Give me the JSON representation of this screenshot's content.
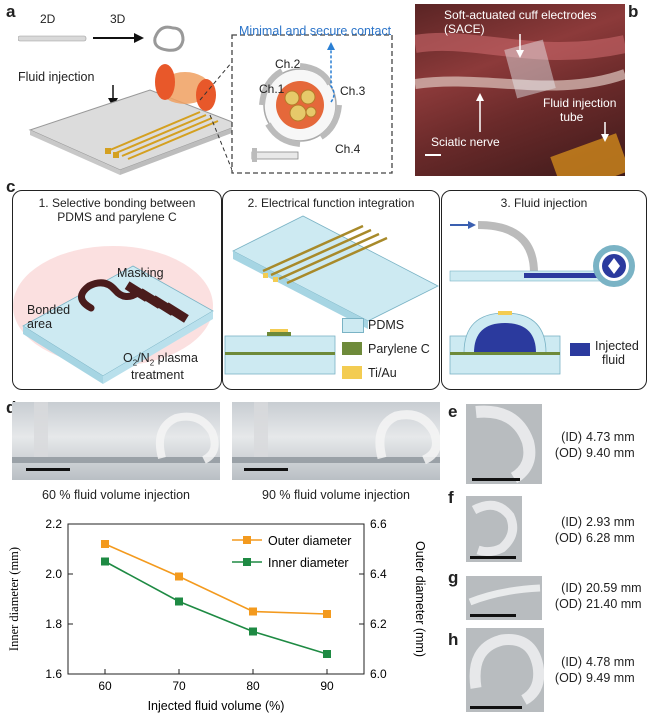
{
  "panel_a": {
    "label": "a",
    "label_2d": "2D",
    "label_3d": "3D",
    "fluid_injection": "Fluid injection",
    "minimal_contact": "Minimal and secure contact",
    "channels": [
      "Ch.1",
      "Ch.2",
      "Ch.3",
      "Ch.4"
    ]
  },
  "panel_b": {
    "label": "b",
    "sace": "Soft-actuated cuff electrodes",
    "sace_abbr": "(SACE)",
    "sciatic": "Sciatic nerve",
    "tube_line1": "Fluid injection",
    "tube_line2": "tube"
  },
  "panel_c": {
    "label": "c",
    "step1_line1": "1. Selective bonding between",
    "step1_line2": "PDMS and parylene C",
    "masking": "Masking",
    "bonded_line1": "Bonded",
    "bonded_line2": "area",
    "plasma_line1": "O",
    "plasma_sub1": "2",
    "plasma_mid": "/N",
    "plasma_sub2": "2",
    "plasma_end": " plasma",
    "plasma_line2": "treatment",
    "step2": "2. Electrical function integration",
    "legend": [
      "PDMS",
      "Parylene C",
      "Ti/Au"
    ],
    "step3": "3. Fluid injection",
    "injected_line1": "Injected",
    "injected_line2": "fluid",
    "colors": {
      "pdms": "#cdeaf2",
      "parylene": "#6e8a3a",
      "tiau": "#f3cc52",
      "fluid": "#2b3a9e"
    }
  },
  "panel_d": {
    "label": "d",
    "caption_60": "60 % fluid volume injection",
    "caption_90": "90 % fluid volume injection"
  },
  "chart_data": {
    "type": "line",
    "x": [
      60,
      70,
      80,
      90
    ],
    "xlabel": "Injected fluid volume (%)",
    "ylabel": "Inner diameter (mm)",
    "y2label": "Outer diameter (mm)",
    "ylim": [
      1.6,
      2.2
    ],
    "y2lim": [
      6.0,
      6.6
    ],
    "xlim": [
      55,
      95
    ],
    "xticks": [
      "60",
      "70",
      "80",
      "90"
    ],
    "yticks": [
      "1.6",
      "1.8",
      "2.0",
      "2.2"
    ],
    "y2ticks": [
      "6.0",
      "6.2",
      "6.4",
      "6.6"
    ],
    "grid": false,
    "legend_position": "top-right",
    "series": [
      {
        "name": "Outer diameter",
        "axis": "right",
        "color": "#f39a1e",
        "values": [
          6.52,
          6.39,
          6.25,
          6.24
        ]
      },
      {
        "name": "Inner diameter",
        "axis": "left",
        "color": "#1e8a43",
        "values": [
          2.05,
          1.89,
          1.77,
          1.68
        ]
      }
    ]
  },
  "panel_efgh": [
    {
      "label": "e",
      "id_key": "(ID)",
      "id_val": "4.73 mm",
      "od_key": "(OD)",
      "od_val": "9.40 mm"
    },
    {
      "label": "f",
      "id_key": "(ID)",
      "id_val": "2.93 mm",
      "od_key": "(OD)",
      "od_val": "6.28 mm"
    },
    {
      "label": "g",
      "id_key": "(ID)",
      "id_val": "20.59 mm",
      "od_key": "(OD)",
      "od_val": "21.40 mm"
    },
    {
      "label": "h",
      "id_key": "(ID)",
      "id_val": "4.78 mm",
      "od_key": "(OD)",
      "od_val": "9.49 mm"
    }
  ]
}
